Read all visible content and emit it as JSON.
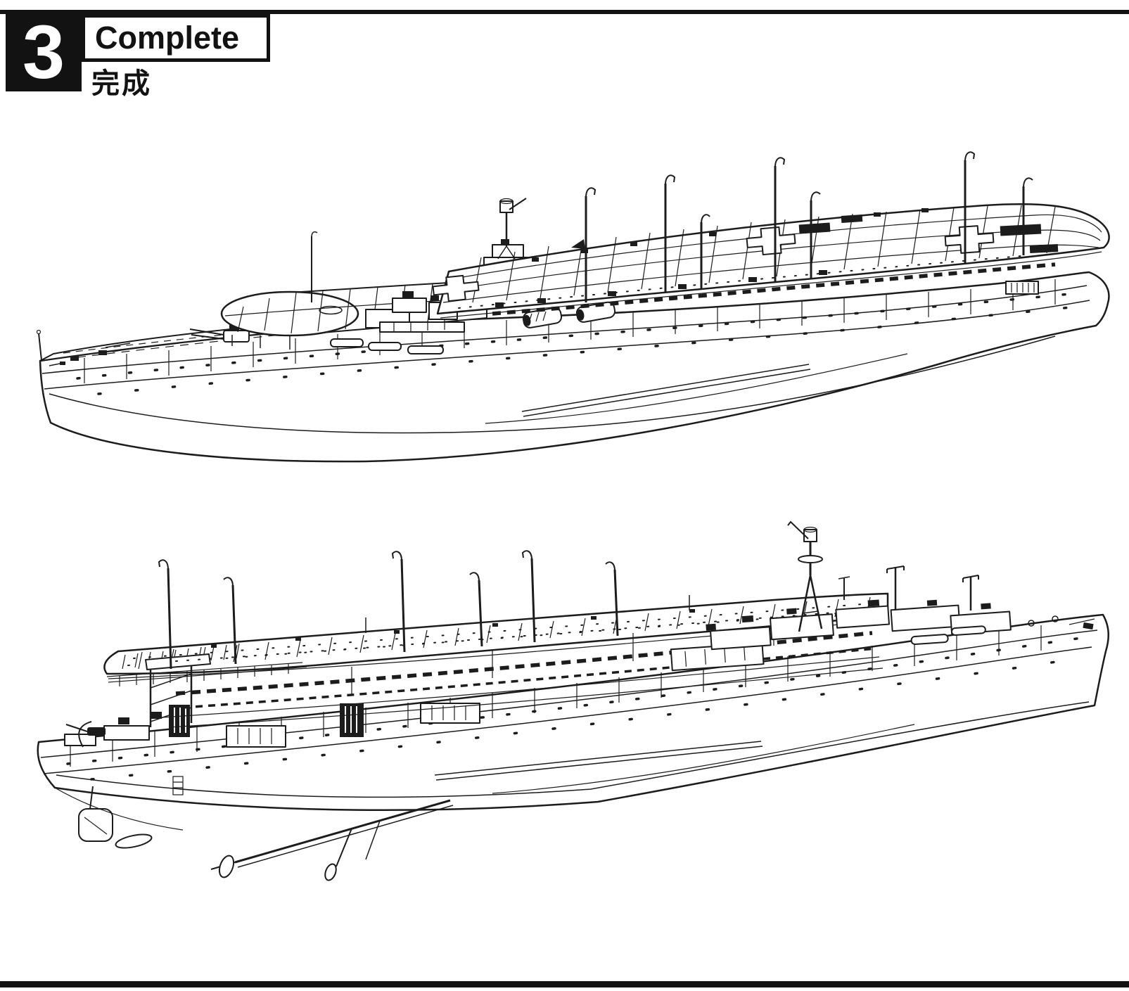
{
  "header": {
    "step_number": "3",
    "title_en": "Complete",
    "title_zh": "完成"
  },
  "colors": {
    "ink": "#1c1c1c",
    "paper": "#ffffff",
    "badge_bg": "#121212",
    "badge_text": "#ffffff"
  }
}
